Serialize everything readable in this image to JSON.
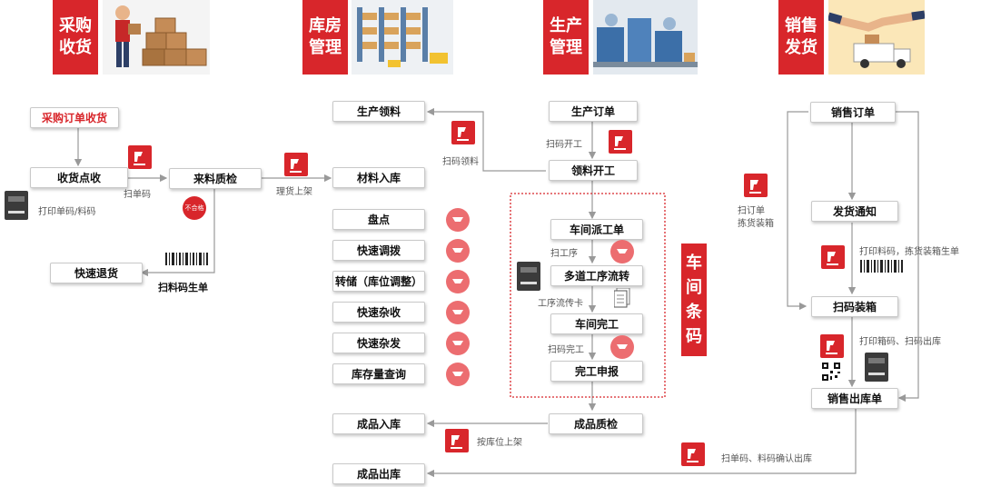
{
  "header": {
    "sections": [
      {
        "title": "采购\n收货",
        "image": "warehouse-worker-boxes-illustration"
      },
      {
        "title": "库房\n管理",
        "image": "warehouse-shelves-illustration"
      },
      {
        "title": "生产\n管理",
        "image": "factory-production-line-illustration"
      },
      {
        "title": "销售\n发货",
        "image": "handshake-delivery-truck-illustration"
      }
    ]
  },
  "purchase": {
    "order_receive": "采购订单收货",
    "receive_count": "收货点收",
    "incoming_inspect": "来料质检",
    "quick_return": "快速退货",
    "scan_order_label": "扫单码",
    "print_label": "打印单码/料码",
    "reject_badge": "不合格",
    "scan_generate_label": "扫料码生单",
    "shelve_label": "理货上架"
  },
  "warehouse": {
    "production_pick": "生产领料",
    "material_in": "材料入库",
    "ops": [
      "盘点",
      "快速调拨",
      "转储（库位调整）",
      "快速杂收",
      "快速杂发",
      "库存量查询"
    ],
    "scan_pick_label": "扫码领料",
    "finished_in": "成品入库",
    "finished_out": "成品出库",
    "location_shelve_label": "按库位上架"
  },
  "production": {
    "order": "生产订单",
    "scan_start_label": "扫码开工",
    "pick_start": "领料开工",
    "dispatch": "车间派工单",
    "scan_process_label": "扫工序",
    "multi_process": "多道工序流转",
    "process_card_label": "工序流传卡",
    "workshop_done": "车间完工",
    "scan_done_label": "扫码完工",
    "done_report": "完工申报",
    "finished_qc": "成品质检",
    "vertical_title": "车间条码"
  },
  "sales": {
    "order": "销售订单",
    "scan_order_label": "扫订单\n拣货装箱",
    "ship_notice": "发货通知",
    "print_label": "打印料码，拣货装箱生单",
    "scan_pack": "扫码装箱",
    "print_box_label": "打印箱码、扫码出库",
    "out_order": "销售出库单",
    "confirm_label": "扫单码、料码确认出库"
  },
  "colors": {
    "brand_red": "#d8262b",
    "scan_circle": "#ec6d70",
    "box_border": "#c9c9c9",
    "line": "#999999"
  }
}
